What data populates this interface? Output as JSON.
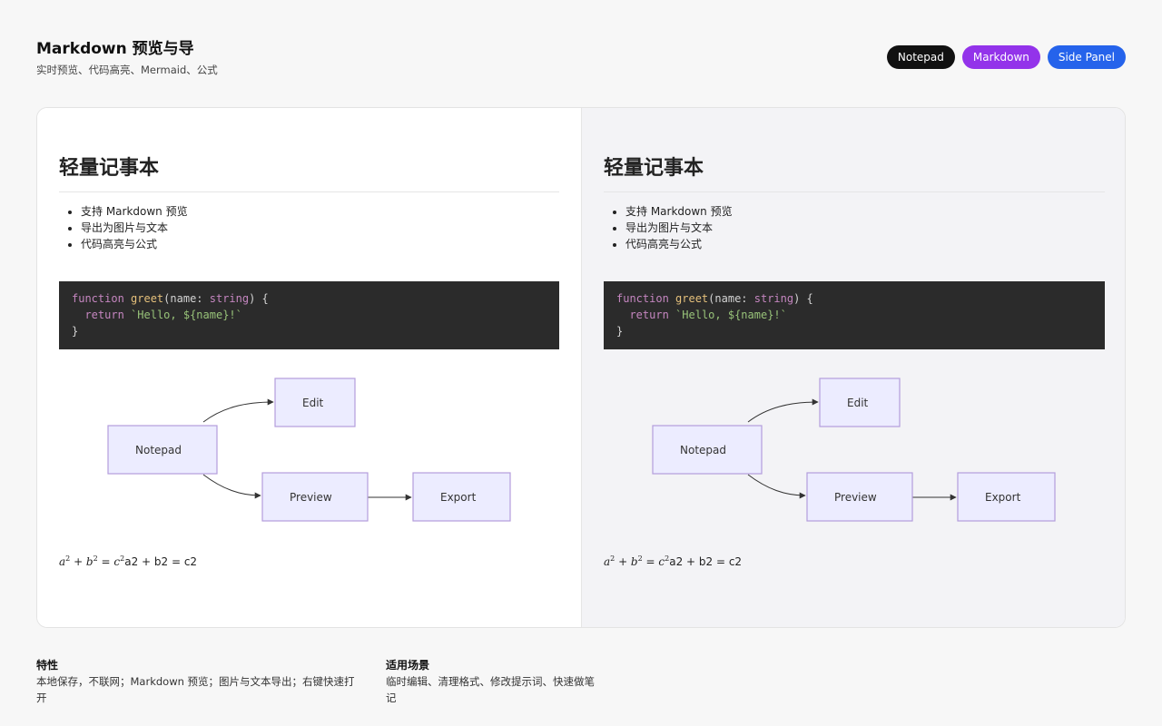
{
  "header": {
    "title": "Markdown 预览与导",
    "subtitle": "实时预览、代码高亮、Mermaid、公式"
  },
  "badges": [
    {
      "label": "Notepad",
      "color": "#111111"
    },
    {
      "label": "Markdown",
      "color": "#9333ea"
    },
    {
      "label": "Side Panel",
      "color": "#2563eb"
    }
  ],
  "document": {
    "heading": "轻量记事本",
    "bullets": [
      "支持 Markdown 预览",
      "导出为图片与文本",
      "代码高亮与公式"
    ],
    "code": {
      "line1": {
        "kw": "function",
        "fn": "greet",
        "param": "name",
        "type": "string"
      },
      "line2": {
        "kw": "return",
        "str": "`Hello, ${name}!`"
      },
      "line3": "}"
    },
    "diagram": {
      "nodes": [
        "Notepad",
        "Edit",
        "Preview",
        "Export"
      ]
    },
    "formula_plain": "a2 + b2 = c2"
  },
  "footer": {
    "features_title": "特性",
    "features_text": "本地保存，不联网；Markdown 预览；图片与文本导出；右键快速打开",
    "usage_title": "适用场景",
    "usage_text": "临时编辑、清理格式、修改提示词、快速做笔记"
  }
}
